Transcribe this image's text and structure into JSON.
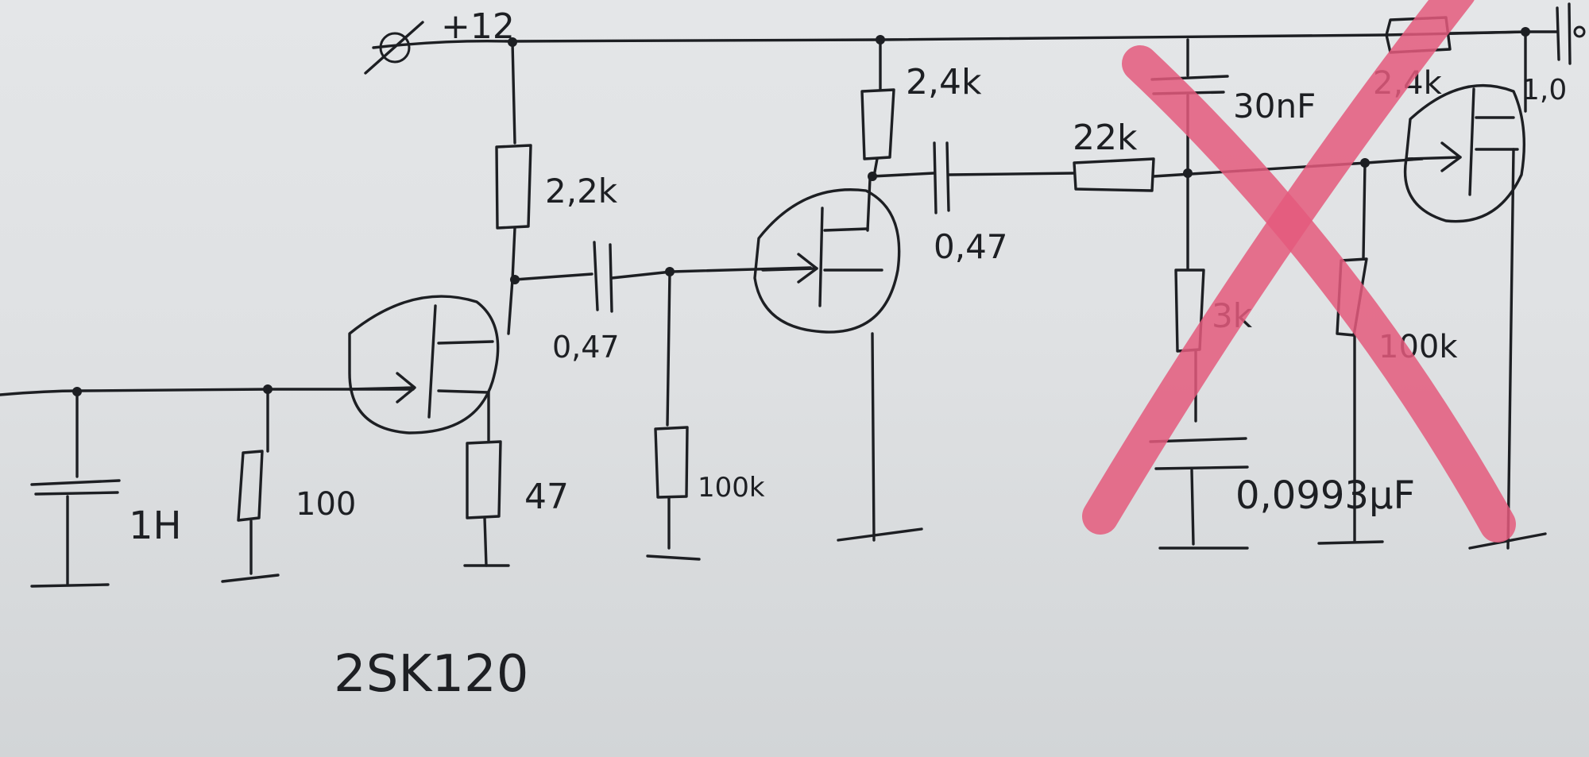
{
  "labels": {
    "supply": "+12",
    "l_input": "1H",
    "r_gate1": "100",
    "r_source1": "47",
    "r_drain1": "2,2k",
    "c_couple1": "0,47",
    "r_gate2": "100k",
    "r_drain2": "2,4k",
    "c_couple2": "0,47",
    "r_series": "22k",
    "c_30n": "30nF",
    "r_3k": "3k",
    "c_0099": "0,0993µF",
    "r_100k": "100k",
    "r_drain3": "2,4k",
    "c_out": "1,0",
    "transistor": "2SK120"
  },
  "colors": {
    "ink": "#1d1f23",
    "cross": "#e45a7c"
  }
}
